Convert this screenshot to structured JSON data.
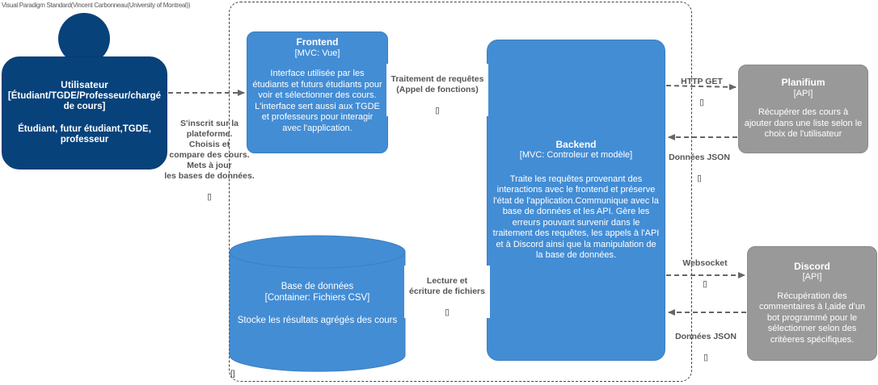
{
  "watermark": "Visual Paradigm Standard(Vincent Carbonneau(University of Montreal))",
  "boundary_marker": "[]",
  "user": {
    "title": "Utilisateur",
    "subtitle": "[Étudiant/TGDE/Professeur/chargé de cours]",
    "description": "Étudiant, futur étudiant,TGDE, professeur"
  },
  "frontend": {
    "title": "Frontend",
    "subtitle": "[MVC: Vue]",
    "description": "Interface utilisée par les étudiants et futurs étudiants pour voir et sélectionner des cours. L'interface sert aussi aux TGDE et professeurs pour interagir avec l'application."
  },
  "backend": {
    "title": "Backend",
    "subtitle": "[MVC: Controleur et modèle]",
    "description": "Traite les requêtes provenant des interactions avec le frontend et préserve l'état de l'application.Communique avec la base de données et les API. Gère les erreurs pouvant survenir dans le traitement des requêtes, les appels à l'API et à Discord ainsi que la manipulation de la base de données."
  },
  "planifium": {
    "title": "Planifium",
    "subtitle": "[API]",
    "description": "Récupérer des cours à ajouter dans une liste selon le choix de l'utilisateur"
  },
  "discord": {
    "title": "Discord",
    "subtitle": "[API]",
    "description": "Récupération des commentaires à l,aide d'un bot programmé pour le sélectionner selon des critèeres spécifiques."
  },
  "database": {
    "title": "Base de données",
    "subtitle": "[Container: Fichiers CSV]",
    "description": "Stocke les résultats agrégés des cours"
  },
  "relations": {
    "user_frontend": "S'inscrit sur la\nplateforme.\nChoisis et\ncompare des cours.\nMets à jour\nles bases de données.",
    "frontend_backend": "Traitement de requêtes\n(Appel de fonctions)",
    "backend_planifium": "HTTP GET",
    "planifium_backend": "Données JSON",
    "backend_discord": "Websocket",
    "discord_backend": "Données JSON",
    "backend_database": "Lecture et\nécriture de fichiers",
    "glyph": "▯"
  }
}
